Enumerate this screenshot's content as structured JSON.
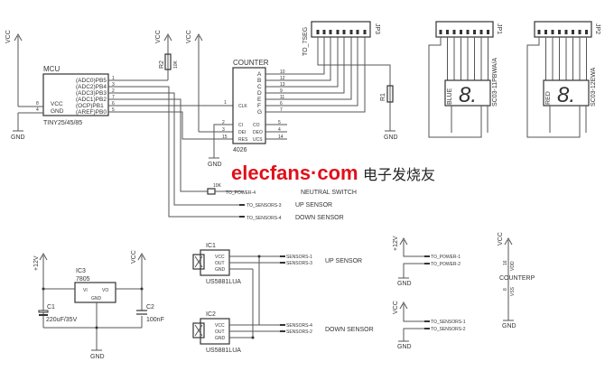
{
  "mcu": {
    "title": "MCU",
    "part": "TINY25/45/85",
    "pins_left": [
      "VCC",
      "GND"
    ],
    "pin_nums_left": [
      "8",
      "4"
    ],
    "pins_right": [
      "(ADC0)PB5",
      "(ADC2)PB4",
      "(ADC3)PB3",
      "(ADC1)PB2",
      "(OCP)PB1",
      "(AREF)PB0"
    ],
    "pin_nums_right": [
      "1",
      "3",
      "2",
      "7",
      "6",
      "5"
    ]
  },
  "power_labels": {
    "vcc": "VCC",
    "gnd": "GND",
    "v12": "+12V"
  },
  "r2": {
    "name": "R2",
    "value": "10K"
  },
  "r1": {
    "name": "R1"
  },
  "counter": {
    "title": "COUNTER",
    "part": "4026",
    "outputs": [
      "A",
      "B",
      "C",
      "D",
      "E",
      "F",
      "G"
    ],
    "output_nums": [
      "10",
      "12",
      "13",
      "9",
      "11",
      "6",
      "7"
    ],
    "clk": "CLK",
    "clk_num": "1",
    "left": [
      "CI",
      "DEI",
      "RES"
    ],
    "left_nums": [
      "2",
      "3",
      "15"
    ],
    "right": [
      "CO",
      "DEO",
      "UCS"
    ],
    "right_nums": [
      "5",
      "4",
      "14"
    ]
  },
  "jp3": {
    "name": "JP3",
    "net": "TO_7SEG"
  },
  "jp1": {
    "name": "JP1",
    "label": "BLUE",
    "part": "SC03-11PBWA/A"
  },
  "jp2": {
    "name": "JP2",
    "label": "RED",
    "part": "SC03-12EWA"
  },
  "display_digit": "8.",
  "nets": {
    "power4": "TO_POWER-4",
    "neutral": "NEUTRAL SWITCH",
    "sensors3": "TO_SENSORS-3",
    "up": "UP SENSOR",
    "sensors4": "TO_SENSORS-4",
    "down": "DOWN SENSOR",
    "r_label": "10K"
  },
  "ic3": {
    "name": "IC3",
    "part": "7805",
    "vi": "VI",
    "vo": "VO",
    "gnd": "GND"
  },
  "c1": {
    "name": "C1",
    "value": "220uF/35V"
  },
  "c2": {
    "name": "C2",
    "value": "100nF"
  },
  "ic1": {
    "name": "IC1",
    "part": "US5881LUA",
    "pins": [
      "VCC",
      "OUT",
      "GND"
    ],
    "out1": "SENSORS-1",
    "out2": "SENSORS-3",
    "label": "UP SENSOR"
  },
  "ic2": {
    "name": "IC2",
    "part": "US5881LUA",
    "pins": [
      "VCC",
      "OUT",
      "GND"
    ],
    "out1": "SENSORS-4",
    "out2": "SENSORS-2",
    "label": "DOWN SENSOR"
  },
  "conn_power": {
    "p1": "TO_POWER-1",
    "p2": "TO_POWER-2"
  },
  "conn_sensors": {
    "s1": "TO_SENSORS-1",
    "s2": "TO_SENSORS-2"
  },
  "counterp": {
    "name": "COUNTERP",
    "vdd": "VDD",
    "vss": "VSS",
    "n1": "16",
    "n2": "8"
  },
  "watermark": {
    "text": "elecfans·com",
    "cn": "电子发烧友"
  }
}
